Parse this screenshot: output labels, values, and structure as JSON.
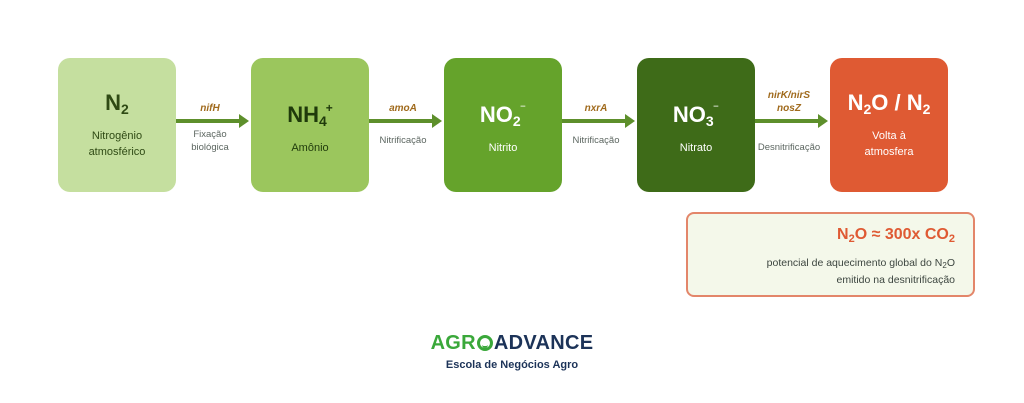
{
  "nodes": [
    {
      "formula_main": "N",
      "formula_sub": "2",
      "name_line1": "Nitrogênio",
      "name_line2": "atmosférico"
    },
    {
      "formula_main": "NH",
      "formula_sub": "4",
      "formula_sup": "+",
      "name_line1": "Amônio"
    },
    {
      "formula_main": "NO",
      "formula_sub": "2",
      "formula_sup": "⁻",
      "name_line1": "Nitrito"
    },
    {
      "formula_main": "NO",
      "formula_sub": "3",
      "formula_sup": "⁻",
      "name_line1": "Nitrato"
    },
    {
      "formula_a": "N",
      "formula_a_sub": "2",
      "formula_b": "O / N",
      "formula_b_sub": "2",
      "name_line1": "Volta à",
      "name_line2": "atmosfera"
    }
  ],
  "steps": [
    {
      "gene": "nifH",
      "process_line1": "Fixação",
      "process_line2": "biológica"
    },
    {
      "gene": "amoA",
      "process_line1": "Nitrificação"
    },
    {
      "gene": "nxrA",
      "process_line1": "Nitrificação"
    },
    {
      "gene_line1": "nirK/nirS",
      "gene_line2": "nosZ",
      "process_line1": "Desnitrificação"
    }
  ],
  "colors": {
    "n2": "#c5df9f",
    "nh4": "#9bc65d",
    "no2": "#65a32b",
    "no3": "#3e6b18",
    "n2o": "#df5a33",
    "arrow": "#5d8f2b",
    "gene": "#a06a1c"
  },
  "callout": {
    "headline_a": "N",
    "headline_a_sub": "2",
    "headline_b": "O ≈ 300x CO",
    "headline_b_sub": "2",
    "desc_line1_a": "potencial de aquecimento global do N",
    "desc_line1_sub": "2",
    "desc_line1_b": "O",
    "desc_line2": "emitido na desnitrificação"
  },
  "logo": {
    "word_part1": "AGR",
    "word_part2": "ADVANCE",
    "icon": "leaf-o-icon",
    "tagline": "Escola de Negócios Agro"
  }
}
